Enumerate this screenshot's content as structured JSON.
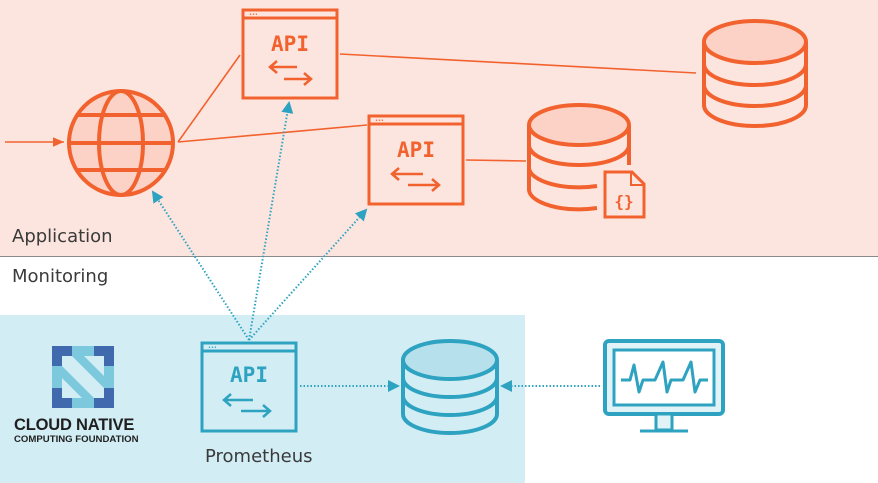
{
  "zones": {
    "application_label": "Application",
    "monitoring_label": "Monitoring",
    "prometheus_label": "Prometheus"
  },
  "nodes": {
    "api_label": "API",
    "json_file_glyph": "{}",
    "globe": {
      "icon": "globe-icon"
    },
    "app_api_1": {
      "icon": "api-window-icon"
    },
    "app_api_2": {
      "icon": "api-window-icon"
    },
    "app_db_1": {
      "icon": "database-icon"
    },
    "app_db_2": {
      "icon": "database-json-icon"
    },
    "prom_api": {
      "icon": "api-window-icon"
    },
    "prom_db": {
      "icon": "database-icon"
    },
    "monitor": {
      "icon": "heartbeat-monitor-icon"
    }
  },
  "logo": {
    "line1": "CLOUD NATIVE",
    "line2": "COMPUTING FOUNDATION"
  },
  "colors": {
    "app_bg": "#fde5df",
    "app_stroke": "#f2622e",
    "app_fill": "#fbd2c5",
    "prom_bg": "#d2edf4",
    "prom_stroke": "#2ea3c1",
    "prom_fill": "#b5e0ec",
    "cncf_dark": "#4169ad",
    "cncf_light": "#7cc8dc"
  }
}
